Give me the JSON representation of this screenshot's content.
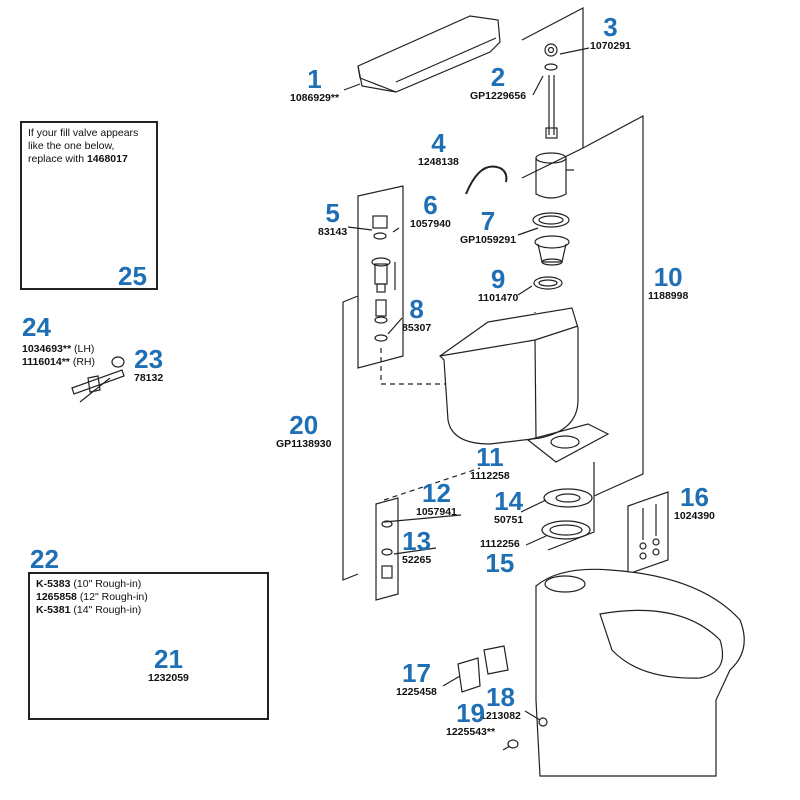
{
  "parts": [
    {
      "num": "1",
      "pn": "1086929**"
    },
    {
      "num": "2",
      "pn": "GP1229656"
    },
    {
      "num": "3",
      "pn": "1070291"
    },
    {
      "num": "4",
      "pn": "1248138"
    },
    {
      "num": "5",
      "pn": "83143"
    },
    {
      "num": "6",
      "pn": "1057940"
    },
    {
      "num": "7",
      "pn": "GP1059291"
    },
    {
      "num": "8",
      "pn": "85307"
    },
    {
      "num": "9",
      "pn": "1101470"
    },
    {
      "num": "10",
      "pn": "1188998"
    },
    {
      "num": "11",
      "pn": "1112258"
    },
    {
      "num": "12",
      "pn": "1057941"
    },
    {
      "num": "13",
      "pn": "52265"
    },
    {
      "num": "14",
      "pn": "50751"
    },
    {
      "num": "15",
      "pn": "1112256"
    },
    {
      "num": "16",
      "pn": "1024390"
    },
    {
      "num": "17",
      "pn": "1225458"
    },
    {
      "num": "18",
      "pn": "1213082"
    },
    {
      "num": "19",
      "pn": "1225543**"
    },
    {
      "num": "20",
      "pn": "GP1138930"
    },
    {
      "num": "21",
      "pn": "1232059"
    },
    {
      "num": "23",
      "pn": "78132"
    }
  ],
  "part24": {
    "num": "24",
    "lh_pn": "1034693**",
    "lh_label": "(LH)",
    "rh_pn": "1116014**",
    "rh_label": "(RH)"
  },
  "box25": {
    "num": "25",
    "line1": "If your fill valve appears",
    "line2": "like the one below,",
    "line3_prefix": "replace with ",
    "line3_pn": "1468017"
  },
  "box22": {
    "num": "22",
    "options": [
      {
        "pn": "K-5383",
        "label": "(10\" Rough-in)"
      },
      {
        "pn": "1265858",
        "label": "(12\" Rough-in)"
      },
      {
        "pn": "K-5381",
        "label": "(14\" Rough-in)"
      }
    ]
  },
  "colors": {
    "callout": "#1f6fb5",
    "line": "#222222",
    "text": "#111111"
  }
}
